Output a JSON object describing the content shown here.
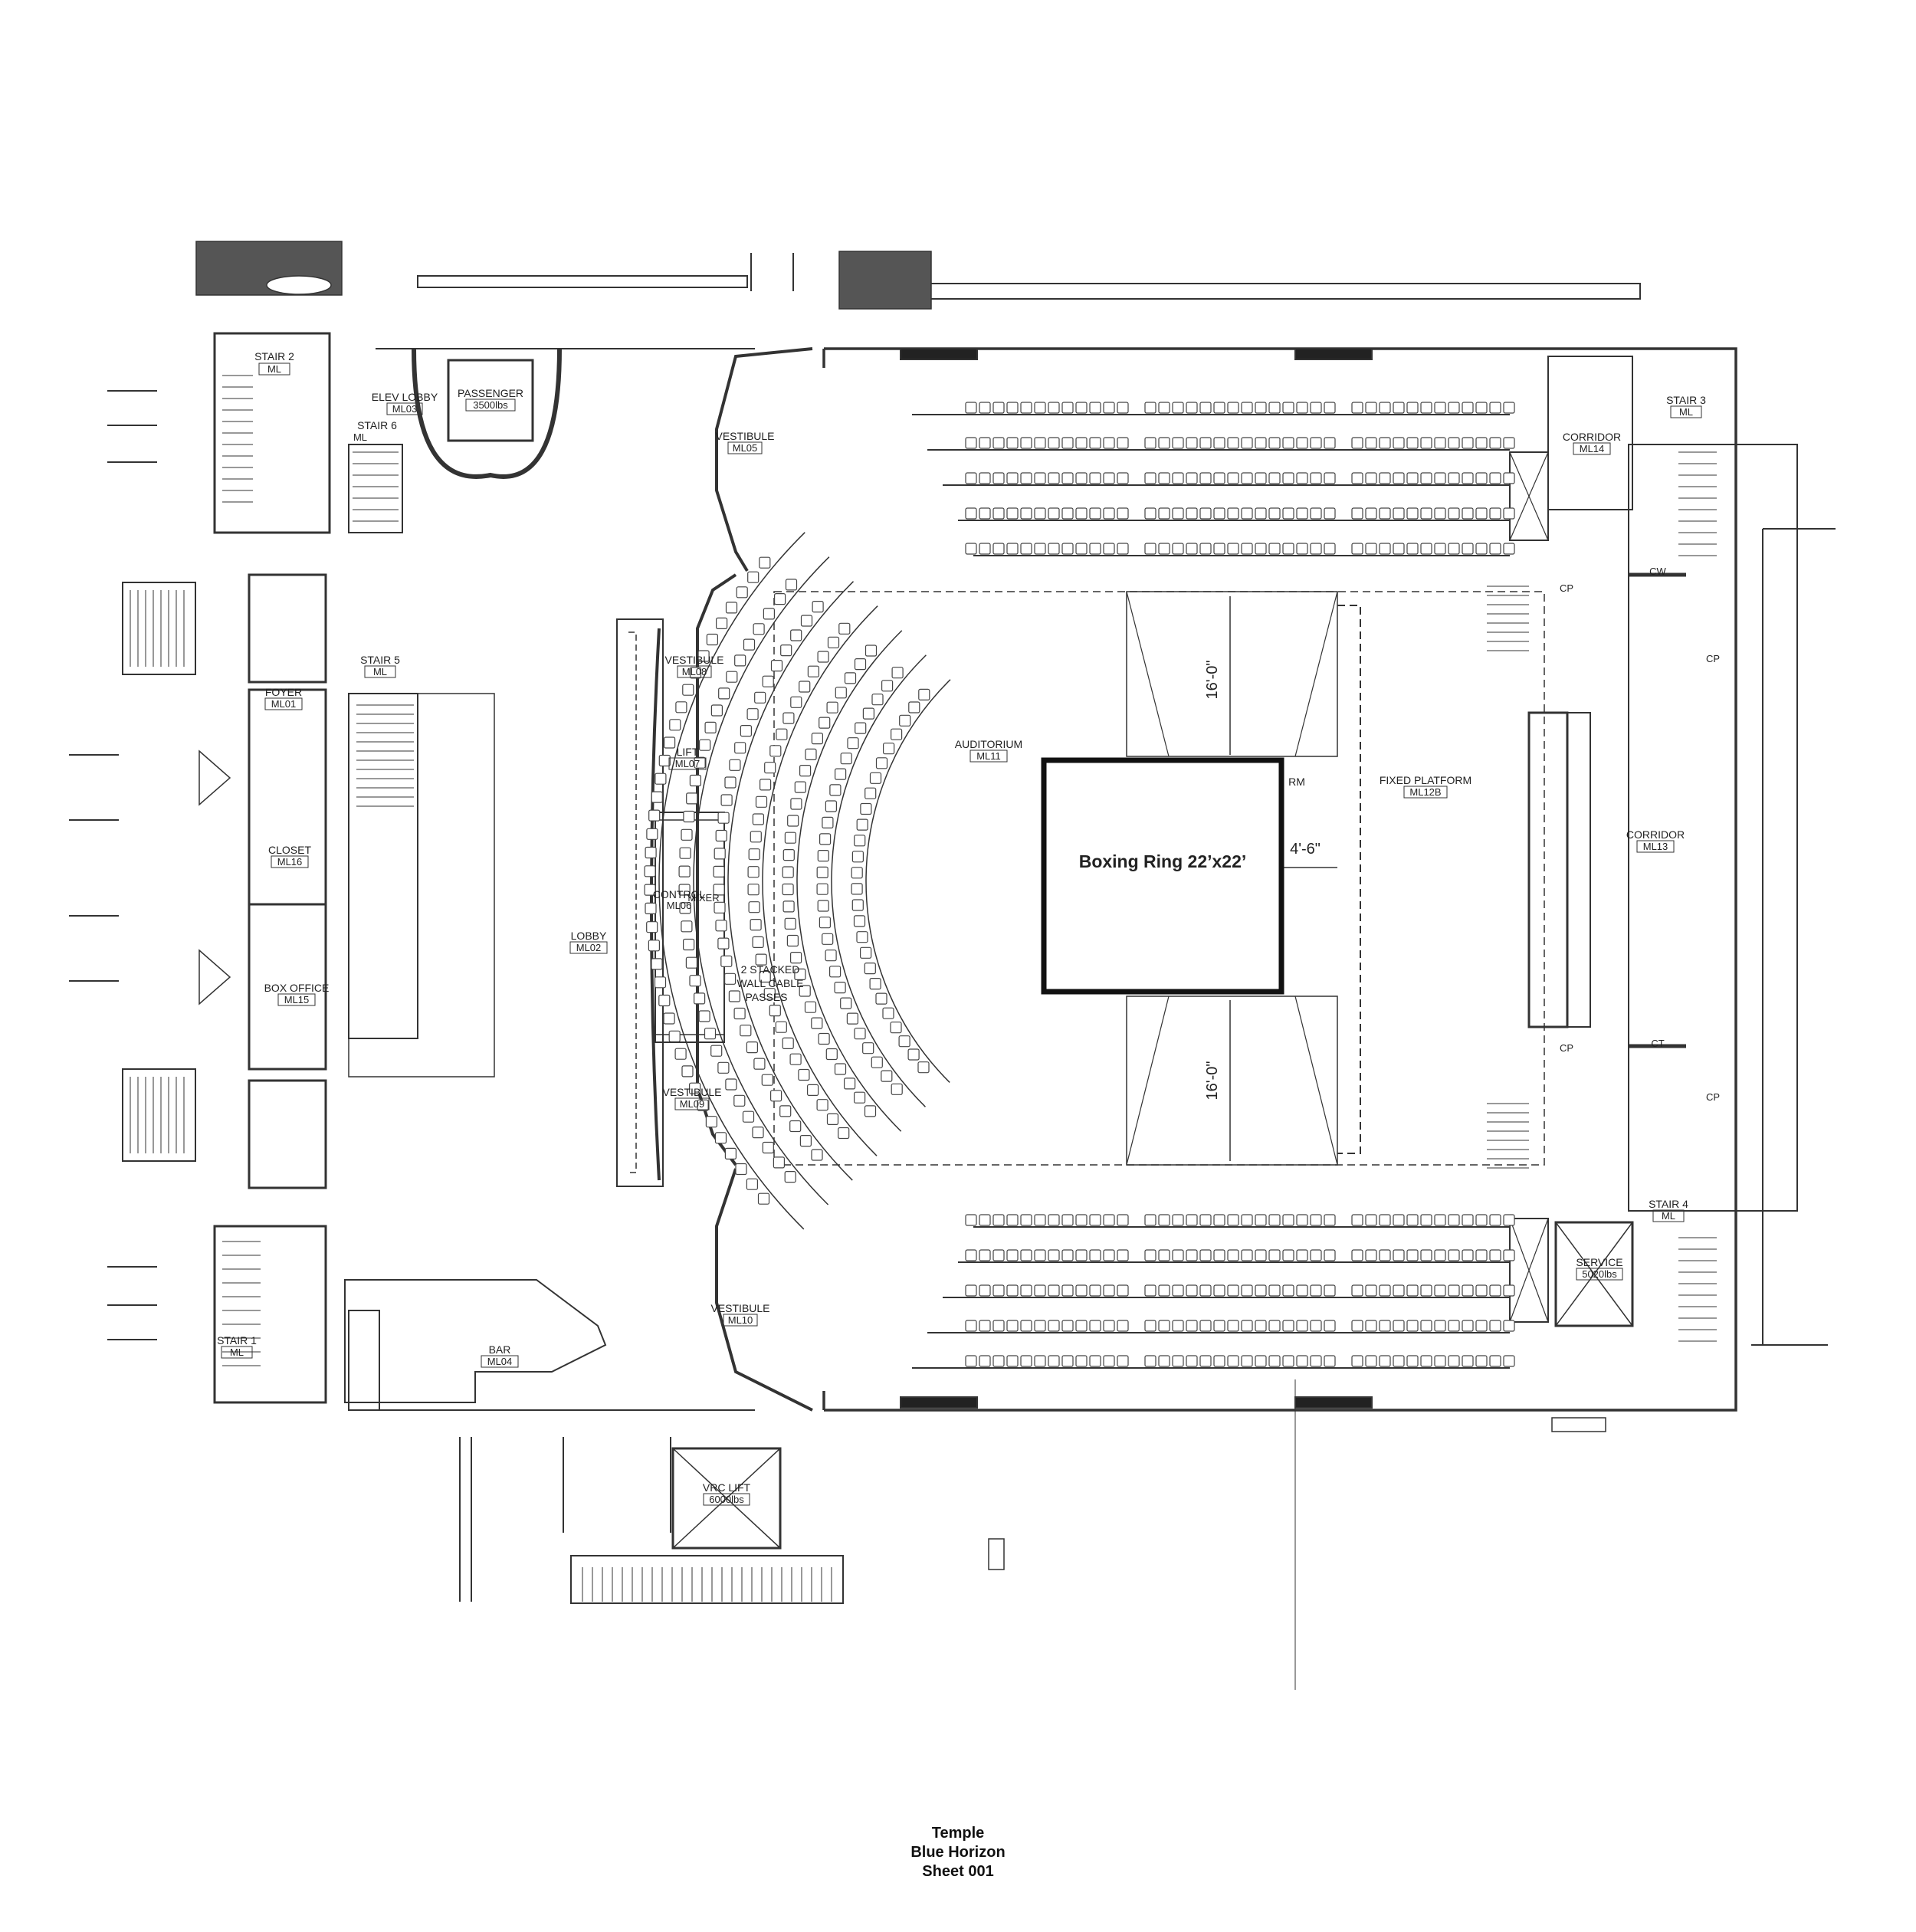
{
  "title_block": {
    "line1": "Temple",
    "line2": "Blue Horizon",
    "line3": "Sheet 001"
  },
  "rooms": {
    "stair2": {
      "name": "STAIR 2",
      "code": "ML"
    },
    "stair6": {
      "name": "STAIR 6",
      "code": "ML"
    },
    "elev_lobby": {
      "name": "ELEV LOBBY",
      "code": "ML03"
    },
    "passenger": {
      "name": "PASSENGER",
      "code": "3500lbs"
    },
    "vestibule05": {
      "name": "VESTIBULE",
      "code": "ML05"
    },
    "vestibule08": {
      "name": "VESTIBULE",
      "code": "ML08"
    },
    "vestibule09": {
      "name": "VESTIBULE",
      "code": "ML09"
    },
    "vestibule10": {
      "name": "VESTIBULE",
      "code": "ML10"
    },
    "stair5": {
      "name": "STAIR 5",
      "code": "ML"
    },
    "foyer": {
      "name": "FOYER",
      "code": "ML01"
    },
    "closet": {
      "name": "CLOSET",
      "code": "ML16"
    },
    "box_office": {
      "name": "BOX OFFICE",
      "code": "ML15"
    },
    "lobby": {
      "name": "LOBBY",
      "code": "ML02"
    },
    "lift": {
      "name": "LIFT",
      "code": "ML07"
    },
    "control": {
      "name": "CONTROL",
      "code": "ML06"
    },
    "mixer": {
      "name": "MIXER"
    },
    "auditorium": {
      "name": "AUDITORIUM",
      "code": "ML11"
    },
    "fixed_platform": {
      "name": "FIXED PLATFORM",
      "code": "ML12B"
    },
    "platform_partial": {
      "name": "RM"
    },
    "corridor14": {
      "name": "CORRIDOR",
      "code": "ML14"
    },
    "corridor13": {
      "name": "CORRIDOR",
      "code": "ML13"
    },
    "stair3": {
      "name": "STAIR 3",
      "code": "ML"
    },
    "stair4": {
      "name": "STAIR 4",
      "code": "ML"
    },
    "service": {
      "name": "SERVICE",
      "code": "5020lbs"
    },
    "stair1": {
      "name": "STAIR 1",
      "code": "ML"
    },
    "bar": {
      "name": "BAR",
      "code": "ML04"
    },
    "vrc_lift": {
      "name": "VRC LIFT",
      "code": "6000lbs"
    }
  },
  "notes": {
    "cable_pass_l1": "2 STACKED",
    "cable_pass_l2": "WALL CABLE",
    "cable_pass_l3": "PASSES",
    "cw": "CW",
    "ct": "CT",
    "cp": "CP"
  },
  "ring": {
    "label": "Boxing Ring 22’x22’"
  },
  "dimensions": {
    "top": "16'-0\"",
    "bottom": "16'-0\"",
    "side": "4'-6\""
  }
}
